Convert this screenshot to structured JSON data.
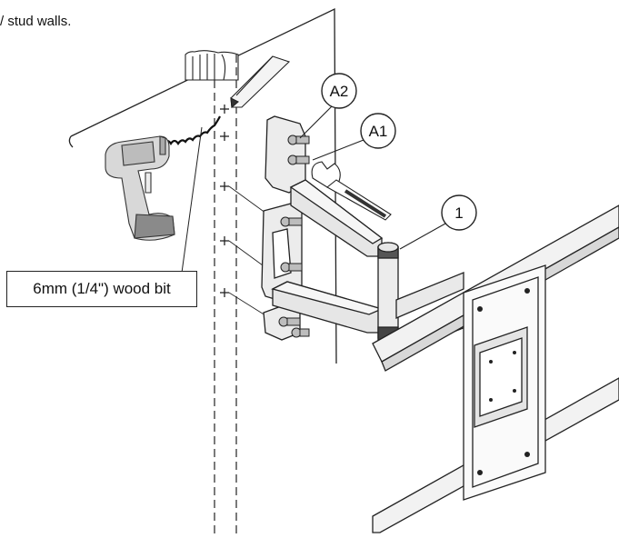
{
  "caption_fragment": "/ stud walls.",
  "drill_bit_label": "6mm (1/4\") wood bit",
  "callouts": {
    "a2": "A2",
    "a1": "A1",
    "part1": "1"
  },
  "icons": [
    "drill-icon",
    "pencil-icon",
    "wrench-icon",
    "wall-mount-arm",
    "tv-bracket",
    "wall-stud"
  ]
}
